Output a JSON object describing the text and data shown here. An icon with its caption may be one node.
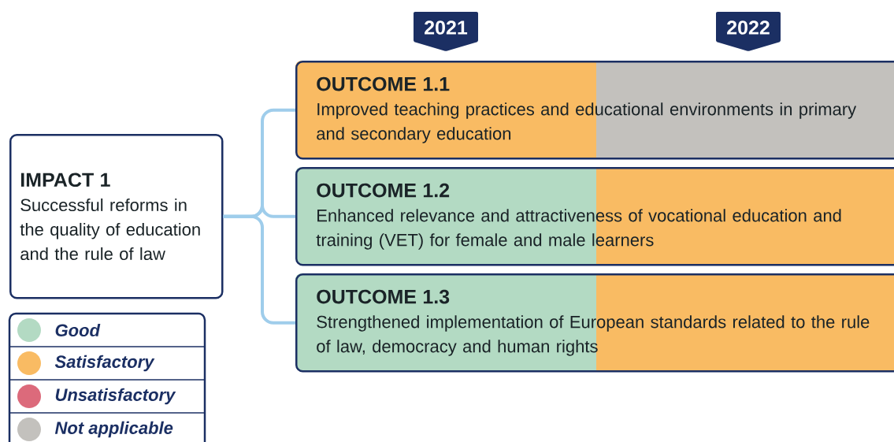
{
  "diagram": {
    "nodes": [
      {
        "text": [
          "IMPACT 1",
          "Successful reforms in the quality of education and the rule of law"
        ]
      },
      {
        "text": [
          "OUTCOME 1.1",
          "Improved teaching practices and educational environments in primary and secondary education"
        ]
      },
      {
        "text": [
          "OUTCOME 1.2",
          "Enhanced relevance and attractiveness of vocational education and training (VET) for female and male learners"
        ]
      },
      {
        "text": [
          "OUTCOME 1.3",
          "Strengthened implementation of European standards related to the rule of law, democracy and human rights"
        ]
      }
    ],
    "edges": [
      {
        "from": 0,
        "to": 1,
        "arrow": "none"
      },
      {
        "from": 0,
        "to": 2,
        "arrow": "none"
      },
      {
        "from": 0,
        "to": 3,
        "arrow": "none"
      }
    ],
    "labels": [
      "2021",
      "2022"
    ],
    "legend": [
      {
        "text": "Good",
        "color": "#b3dac3"
      },
      {
        "text": "Satisfactory",
        "color": "#f9bb63"
      },
      {
        "text": "Unsatisfactory",
        "color": "#dc6a7b"
      },
      {
        "text": "Not applicable",
        "color": "#c3c1bd"
      }
    ]
  }
}
